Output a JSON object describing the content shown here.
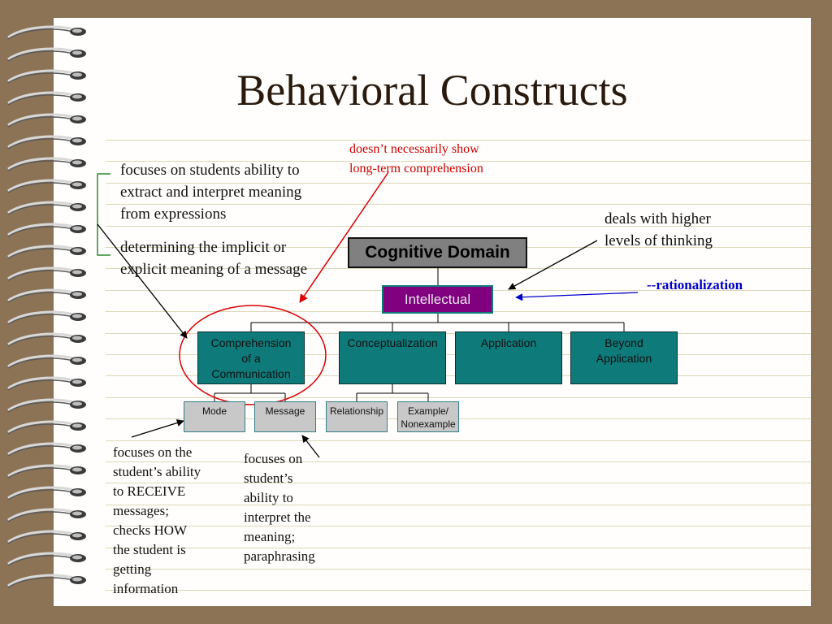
{
  "slide": {
    "title": "Behavioral Constructs",
    "colors": {
      "background": "#8c7356",
      "paper": "#fffefc",
      "teal": "#0f7a7a",
      "purple": "#800080",
      "annotation_red": "#cc0000",
      "annotation_blue": "#0000cc"
    }
  },
  "annotations": {
    "red_note_1": "doesn’t necessarily  show",
    "red_note_2": "long-term comprehension",
    "comprehension_note_1": "focuses on students ability to",
    "comprehension_note_2": "extract and interpret meaning",
    "comprehension_note_3": "from expressions",
    "message_def_1": "determining the implicit or",
    "message_def_2": "explicit meaning of a message",
    "higher_levels_1": "deals with higher",
    "higher_levels_2": "levels of thinking",
    "rationalization": "--rationalization",
    "mode_note": [
      "focuses on the",
      "student’s ability",
      "to RECEIVE",
      "messages;",
      "checks HOW",
      "the student is",
      "getting",
      "information"
    ],
    "message_note": [
      "focuses on",
      "student’s",
      "ability to",
      "interpret the",
      "meaning;",
      "paraphrasing"
    ]
  },
  "diagram": {
    "root": "Cognitive Domain",
    "intellectual": "Intellectual",
    "level2": [
      {
        "line1": "Comprehension",
        "line2": "of a",
        "line3": "Communication"
      },
      {
        "line1": "Conceptualization"
      },
      {
        "line1": "Application"
      },
      {
        "line1": "Beyond",
        "line2": "Application"
      }
    ],
    "level3": [
      {
        "line1": "Mode"
      },
      {
        "line1": "Message"
      },
      {
        "line1": "Relationship"
      },
      {
        "line1": "Example/",
        "line2": "Nonexample"
      }
    ]
  }
}
